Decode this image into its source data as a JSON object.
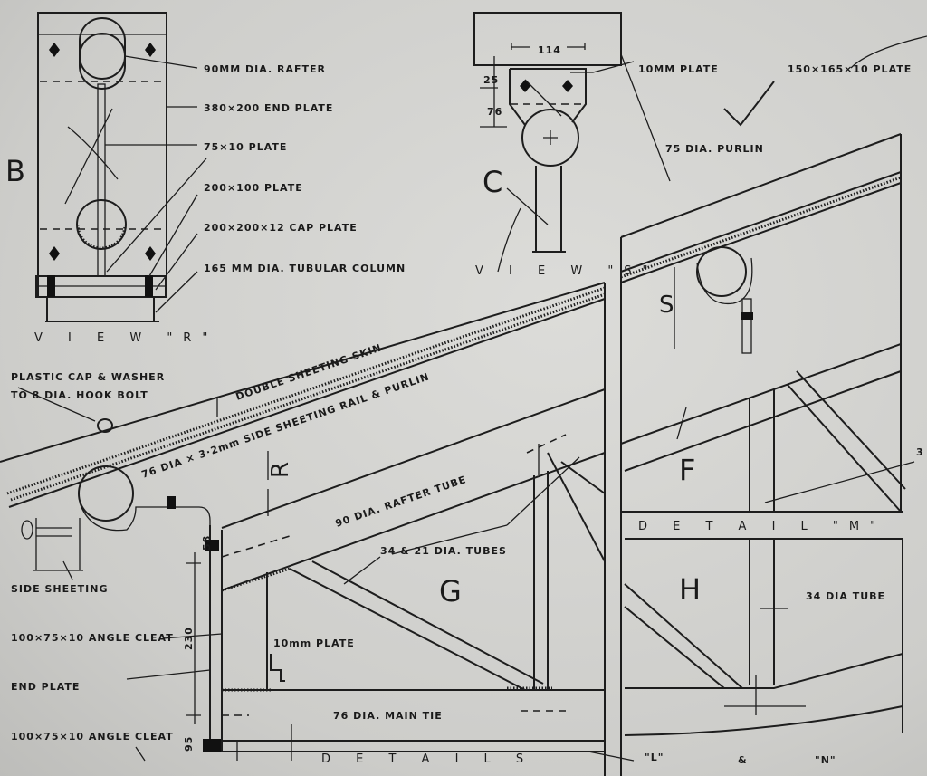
{
  "view_r": {
    "letter": "B",
    "title": "V I E W  \"R\"",
    "labels": [
      "90MM DIA.   RAFTER",
      "380×200 END PLATE",
      "75×10 PLATE",
      "200×100 PLATE",
      "200×200×12  CAP PLATE",
      "165 MM DIA.  TUBULAR  COLUMN"
    ]
  },
  "view_s": {
    "letter": "C",
    "title": "V I E W  \"S\"",
    "dims": [
      "114",
      "25",
      "76"
    ],
    "labels": [
      "10MM PLATE",
      "75 DIA. PURLIN",
      "150×165×10 PLATE"
    ]
  },
  "details": {
    "labels": {
      "cap1": "PLASTIC CAP & WASHER",
      "cap2": "TO 8 DIA. HOOK BOLT",
      "skin": "DOUBLE SHEETING SKIN",
      "rail": "76 DIA × 3·2mm SIDE SHEETING RAIL & PURLIN",
      "rafter": "90 DIA. RAFTER TUBE",
      "tubes": "34 & 21 DIA. TUBES",
      "plate": "10mm PLATE",
      "side": "SIDE SHEETING",
      "cleat1": "100×75×10 ANGLE CLEAT",
      "endplate": "END PLATE",
      "cleat2": "100×75×10 ANGLE CLEAT",
      "tie": "76 DIA. MAIN TIE",
      "tube34": "34 DIA TUBE"
    },
    "dims": [
      "58",
      "230",
      "95"
    ],
    "letters": {
      "r": "R",
      "g": "G",
      "f": "F",
      "h": "H",
      "s": "S",
      "three": "3"
    },
    "title_details": "D E T A I L S",
    "title_m": "D E T A I L   \"M\"",
    "l": "\"L\"",
    "amp": "&",
    "n": "\"N\""
  }
}
